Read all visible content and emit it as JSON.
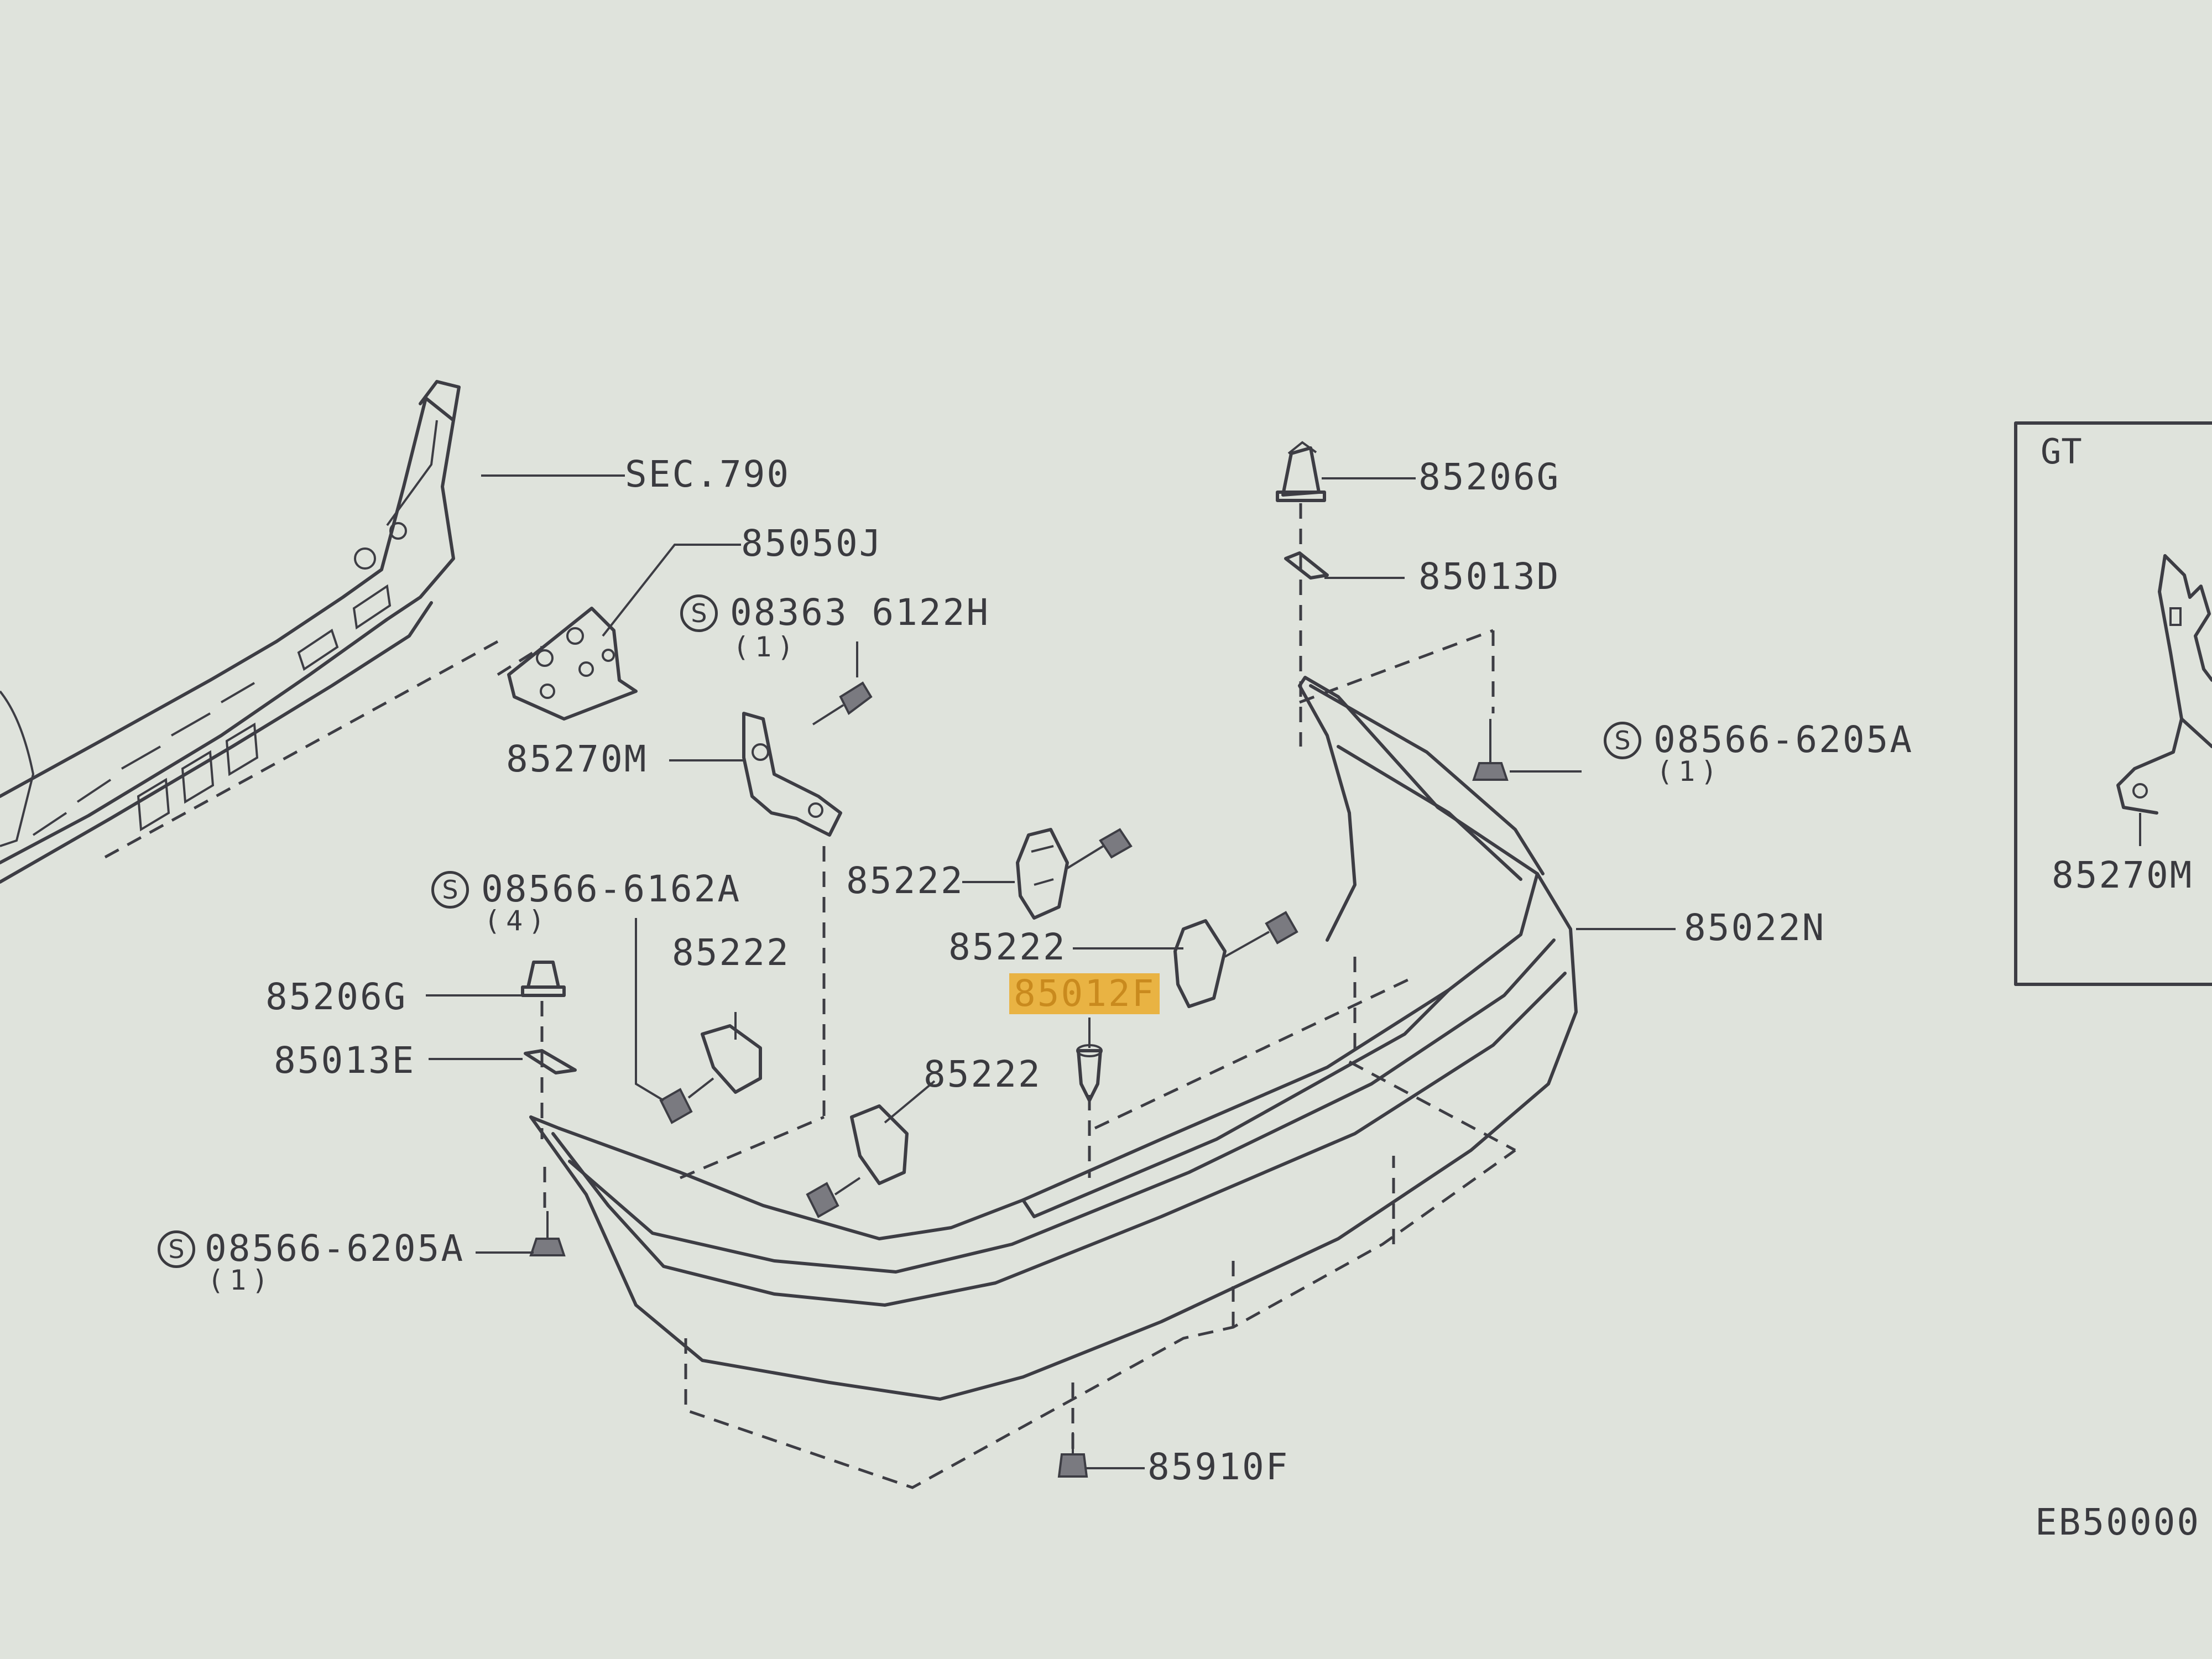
{
  "diagram": {
    "code": "EB50000",
    "inset": {
      "title": "GT",
      "part_label": "85270M"
    },
    "standard_mark": "S",
    "labels": {
      "sec790": "SEC.790",
      "p85050j": "85050J",
      "bolt_08363": "08363 6122H",
      "qty_08363": "(1)",
      "p85270m": "85270M",
      "screw_6162a": "08566-6162A",
      "qty_6162a": "(4)",
      "p85206g_left": "85206G",
      "p85013e": "85013E",
      "screw_6205a_left": "08566-6205A",
      "qty_6205a_left": "(1)",
      "p85222_a": "85222",
      "p85222_b": "85222",
      "p85222_c": "85222",
      "p85222_d": "85222",
      "p85012f": "85012F",
      "p85206g_top": "85206G",
      "p85013d": "85013D",
      "screw_6205a_right": "08566-6205A",
      "qty_6205a_right": "(1)",
      "p85022n": "85022N",
      "p85910f": "85910F"
    },
    "highlight_color": "#e9b343"
  }
}
